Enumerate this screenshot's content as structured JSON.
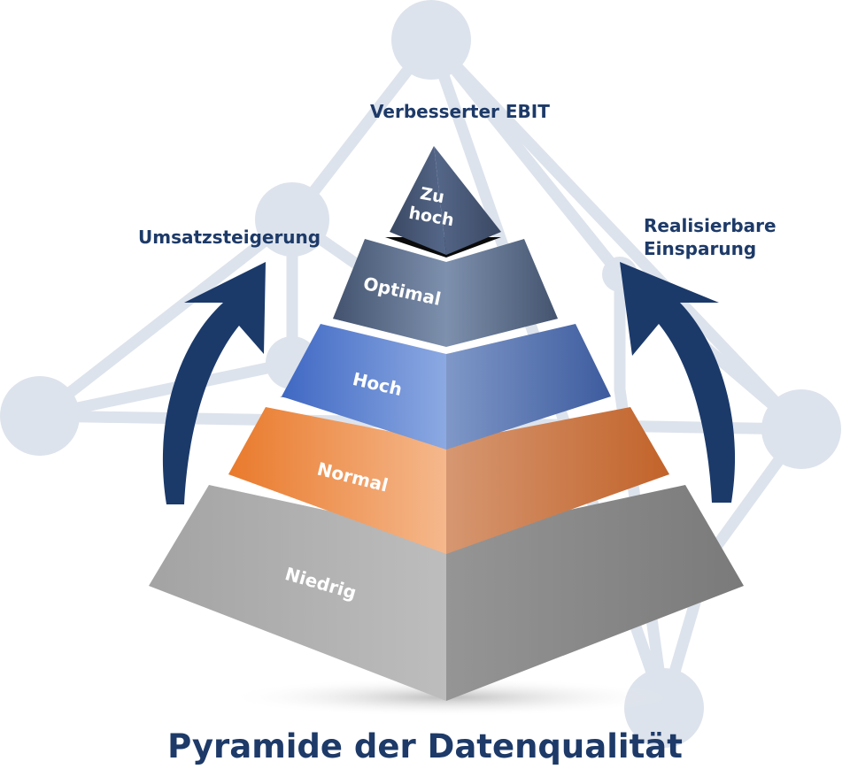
{
  "diagram": {
    "title": "Pyramide der Datenqualität",
    "labels": {
      "top": "Verbesserter EBIT",
      "left": "Umsatzsteigerung",
      "right_line1": "Realisierbare",
      "right_line2": "Einsparung"
    },
    "tiers": [
      {
        "label": "Zu",
        "label2": "hoch",
        "color": "#3f4f6b"
      },
      {
        "label": "Optimal",
        "color": "#4e6383"
      },
      {
        "label": "Hoch",
        "color": "#5b82cf"
      },
      {
        "label": "Normal",
        "color": "#ec8a44"
      },
      {
        "label": "Niedrig",
        "color": "#a8a8a8"
      }
    ],
    "colors": {
      "text_accent": "#1d3a68",
      "arrow": "#1b3a6a",
      "network": "#dde3ec",
      "separator": "#0b0b0b"
    }
  }
}
